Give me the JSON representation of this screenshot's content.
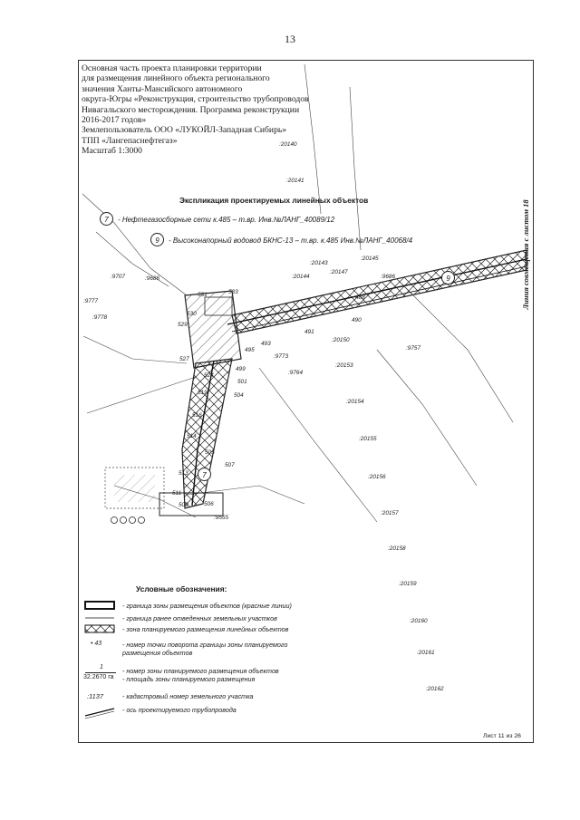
{
  "page_number": "13",
  "header": {
    "lines": [
      "Основная часть проекта планировки территории",
      "для размещения линейного объекта регионального",
      "значения Ханты-Мансийского автономного",
      "округа-Югры «Реконструкция, строительство трубопроводов",
      "Нивагальского месторождения. Программа реконструкции",
      "2016-2017 годов»",
      "Землепользователь ООО «ЛУКОЙЛ-Западная Сибирь»",
      "ТПП «Лангепаснефтегаз»",
      "Масштаб 1:3000"
    ]
  },
  "side_label": "Линия совмещения с листом 18",
  "explication": {
    "title": "Экспликация проектируемых линейных объектов",
    "items": [
      {
        "num": "7",
        "text": "- Нефтегазосборные сети к.485 – т.вр. Инв.№ЛАНГ_40089/12"
      },
      {
        "num": "9",
        "text": "- Высоконапорный водовод БКНС-13 – т.вр. к.485 Инв.№ЛАНГ_40068/4"
      }
    ]
  },
  "map_labels": {
    "cadastral": [
      ":20140",
      ":20141",
      ":20145",
      ":20143",
      ":20147",
      ":20144",
      ":20150",
      ":20153",
      ":20154",
      ":20155",
      ":20156",
      ":20157",
      ":20158",
      ":20159",
      ":20160",
      ":20161",
      ":20162",
      ":9707",
      ":9686",
      ":9777",
      ":9778",
      ":9773",
      ":9764",
      ":9757",
      ":9555",
      ":9686"
    ],
    "points": [
      "533",
      "531",
      "530",
      "529",
      "527",
      "524",
      "519",
      "516",
      "514",
      "513",
      "511",
      "509",
      "506",
      "505",
      "507",
      "499",
      "501",
      "504",
      "495",
      "493",
      "491",
      "490",
      "488"
    ],
    "zones": [
      "7",
      "9"
    ]
  },
  "legend": {
    "title": "Условные обозначения:",
    "items": [
      {
        "symbol": "red-line-box",
        "text": "- граница зоны размещения объектов (красные линии)"
      },
      {
        "symbol": "thin-line",
        "text": "- граница ранее отведенных земельных участков"
      },
      {
        "symbol": "hatched-zone",
        "text": "- зона планируемого размещения линейных объектов"
      },
      {
        "symbol": "point",
        "symbol_text": "• 43",
        "text": "- номер точки поворота границы зоны планируемого",
        "text2": "размещения объектов"
      },
      {
        "symbol": "fraction",
        "symbol_num": "1",
        "symbol_den": "32.2670 га",
        "text": "- номер зоны планируемого размещения объектов",
        "text2": "- площадь зоны планируемого размещения"
      },
      {
        "symbol": "cadastral",
        "symbol_text": ":1137",
        "text": "- кадастровый номер земельного участка"
      },
      {
        "symbol": "axis-line",
        "text": "- ось проектируемого трубопровода"
      }
    ]
  },
  "sheet": "Лист 11 из 26"
}
